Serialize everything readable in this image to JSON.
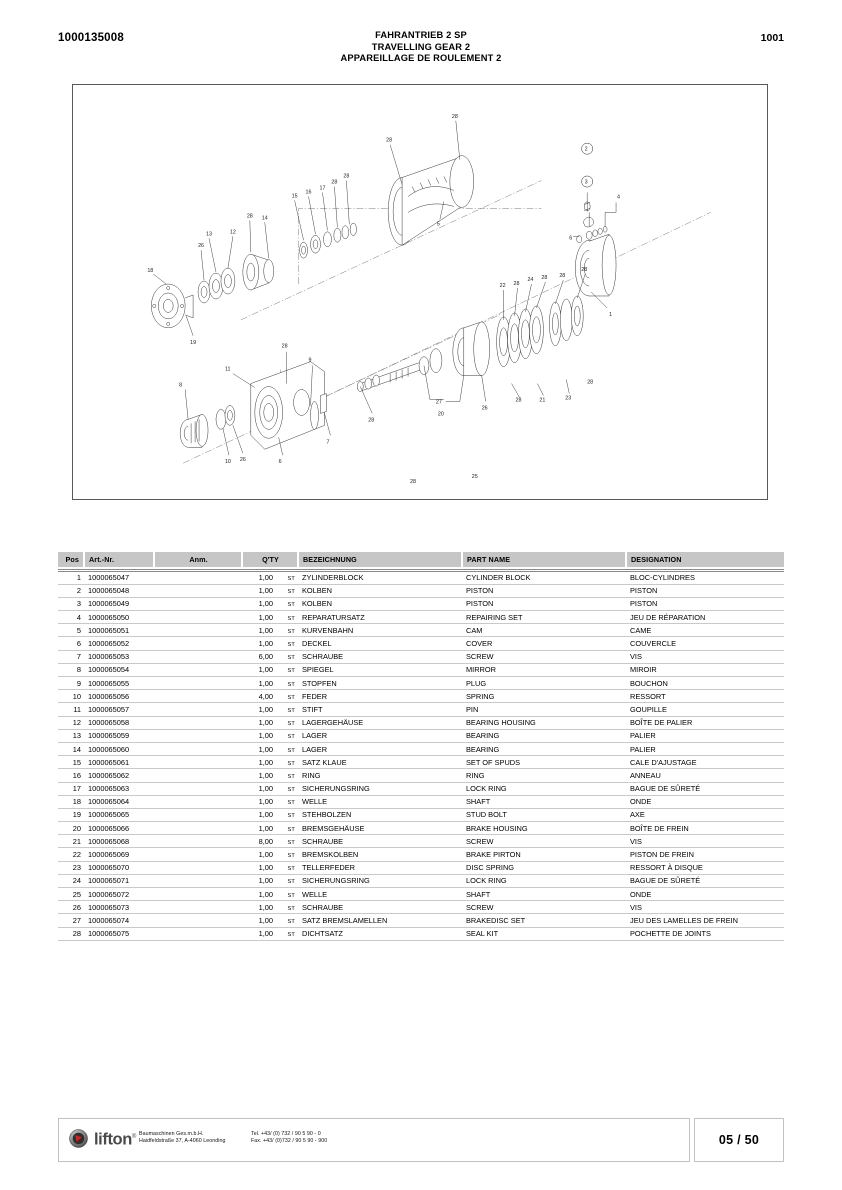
{
  "header": {
    "doc_number": "1000135008",
    "title_de": "FAHRANTRIEB 2 SP",
    "title_en": "TRAVELLING GEAR 2",
    "title_fr": "APPAREILLAGE DE ROULEMENT 2",
    "page_ref": "1001"
  },
  "table": {
    "columns": {
      "pos": "Pos",
      "art_nr": "Art.-Nr.",
      "anm": "Anm.",
      "qty": "Q'TY",
      "bezeichnung": "BEZEICHNUNG",
      "part_name": "PART NAME",
      "designation": "DESIGNATION"
    },
    "rows": [
      {
        "pos": "1",
        "art_nr": "1000065047",
        "anm": "",
        "qty": "1,00",
        "unit": "ST",
        "bezeichnung": "ZYLINDERBLOCK",
        "part_name": "CYLINDER BLOCK",
        "designation": "BLOC-CYLINDRES"
      },
      {
        "pos": "2",
        "art_nr": "1000065048",
        "anm": "",
        "qty": "1,00",
        "unit": "ST",
        "bezeichnung": "KOLBEN",
        "part_name": "PISTON",
        "designation": "PISTON"
      },
      {
        "pos": "3",
        "art_nr": "1000065049",
        "anm": "",
        "qty": "1,00",
        "unit": "ST",
        "bezeichnung": "KOLBEN",
        "part_name": "PISTON",
        "designation": "PISTON"
      },
      {
        "pos": "4",
        "art_nr": "1000065050",
        "anm": "",
        "qty": "1,00",
        "unit": "ST",
        "bezeichnung": "REPARATURSATZ",
        "part_name": "REPAIRING SET",
        "designation": "JEU DE RÉPARATION"
      },
      {
        "pos": "5",
        "art_nr": "1000065051",
        "anm": "",
        "qty": "1,00",
        "unit": "ST",
        "bezeichnung": "KURVENBAHN",
        "part_name": "CAM",
        "designation": "CAME"
      },
      {
        "pos": "6",
        "art_nr": "1000065052",
        "anm": "",
        "qty": "1,00",
        "unit": "ST",
        "bezeichnung": "DECKEL",
        "part_name": "COVER",
        "designation": "COUVERCLE"
      },
      {
        "pos": "7",
        "art_nr": "1000065053",
        "anm": "",
        "qty": "6,00",
        "unit": "ST",
        "bezeichnung": "SCHRAUBE",
        "part_name": "SCREW",
        "designation": "VIS"
      },
      {
        "pos": "8",
        "art_nr": "1000065054",
        "anm": "",
        "qty": "1,00",
        "unit": "ST",
        "bezeichnung": "SPIEGEL",
        "part_name": "MIRROR",
        "designation": "MIROIR"
      },
      {
        "pos": "9",
        "art_nr": "1000065055",
        "anm": "",
        "qty": "1,00",
        "unit": "ST",
        "bezeichnung": "STOPFEN",
        "part_name": "PLUG",
        "designation": "BOUCHON"
      },
      {
        "pos": "10",
        "art_nr": "1000065056",
        "anm": "",
        "qty": "4,00",
        "unit": "ST",
        "bezeichnung": "FEDER",
        "part_name": "SPRING",
        "designation": "RESSORT"
      },
      {
        "pos": "11",
        "art_nr": "1000065057",
        "anm": "",
        "qty": "1,00",
        "unit": "ST",
        "bezeichnung": "STIFT",
        "part_name": "PIN",
        "designation": "GOUPILLE"
      },
      {
        "pos": "12",
        "art_nr": "1000065058",
        "anm": "",
        "qty": "1,00",
        "unit": "ST",
        "bezeichnung": "LAGERGEHÄUSE",
        "part_name": "BEARING HOUSING",
        "designation": "BOÎTE DE PALIER"
      },
      {
        "pos": "13",
        "art_nr": "1000065059",
        "anm": "",
        "qty": "1,00",
        "unit": "ST",
        "bezeichnung": "LAGER",
        "part_name": "BEARING",
        "designation": "PALIER"
      },
      {
        "pos": "14",
        "art_nr": "1000065060",
        "anm": "",
        "qty": "1,00",
        "unit": "ST",
        "bezeichnung": "LAGER",
        "part_name": "BEARING",
        "designation": "PALIER"
      },
      {
        "pos": "15",
        "art_nr": "1000065061",
        "anm": "",
        "qty": "1,00",
        "unit": "ST",
        "bezeichnung": "SATZ KLAUE",
        "part_name": "SET OF SPUDS",
        "designation": "CALE D'AJUSTAGE"
      },
      {
        "pos": "16",
        "art_nr": "1000065062",
        "anm": "",
        "qty": "1,00",
        "unit": "ST",
        "bezeichnung": "RING",
        "part_name": "RING",
        "designation": "ANNEAU"
      },
      {
        "pos": "17",
        "art_nr": "1000065063",
        "anm": "",
        "qty": "1,00",
        "unit": "ST",
        "bezeichnung": "SICHERUNGSRING",
        "part_name": "LOCK RING",
        "designation": "BAGUE DE SÛRETÉ"
      },
      {
        "pos": "18",
        "art_nr": "1000065064",
        "anm": "",
        "qty": "1,00",
        "unit": "ST",
        "bezeichnung": "WELLE",
        "part_name": "SHAFT",
        "designation": "ONDE"
      },
      {
        "pos": "19",
        "art_nr": "1000065065",
        "anm": "",
        "qty": "1,00",
        "unit": "ST",
        "bezeichnung": "STEHBOLZEN",
        "part_name": "STUD BOLT",
        "designation": "AXE"
      },
      {
        "pos": "20",
        "art_nr": "1000065066",
        "anm": "",
        "qty": "1,00",
        "unit": "ST",
        "bezeichnung": "BREMSGEHÄUSE",
        "part_name": "BRAKE HOUSING",
        "designation": "BOÎTE DE FREIN"
      },
      {
        "pos": "21",
        "art_nr": "1000065068",
        "anm": "",
        "qty": "8,00",
        "unit": "ST",
        "bezeichnung": "SCHRAUBE",
        "part_name": "SCREW",
        "designation": "VIS"
      },
      {
        "pos": "22",
        "art_nr": "1000065069",
        "anm": "",
        "qty": "1,00",
        "unit": "ST",
        "bezeichnung": "BREMSKOLBEN",
        "part_name": "BRAKE PIRTON",
        "designation": "PISTON DE FREIN"
      },
      {
        "pos": "23",
        "art_nr": "1000065070",
        "anm": "",
        "qty": "1,00",
        "unit": "ST",
        "bezeichnung": "TELLERFEDER",
        "part_name": "DISC SPRING",
        "designation": "RESSORT À DISQUE"
      },
      {
        "pos": "24",
        "art_nr": "1000065071",
        "anm": "",
        "qty": "1,00",
        "unit": "ST",
        "bezeichnung": "SICHERUNGSRING",
        "part_name": "LOCK RING",
        "designation": "BAGUE DE SÛRETÉ"
      },
      {
        "pos": "25",
        "art_nr": "1000065072",
        "anm": "",
        "qty": "1,00",
        "unit": "ST",
        "bezeichnung": "WELLE",
        "part_name": "SHAFT",
        "designation": "ONDE"
      },
      {
        "pos": "26",
        "art_nr": "1000065073",
        "anm": "",
        "qty": "1,00",
        "unit": "ST",
        "bezeichnung": "SCHRAUBE",
        "part_name": "SCREW",
        "designation": "VIS"
      },
      {
        "pos": "27",
        "art_nr": "1000065074",
        "anm": "",
        "qty": "1,00",
        "unit": "ST",
        "bezeichnung": "SATZ BREMSLAMELLEN",
        "part_name": "BRAKEDISC SET",
        "designation": "JEU DES LAMELLES DE FREIN"
      },
      {
        "pos": "28",
        "art_nr": "1000065075",
        "anm": "",
        "qty": "1,00",
        "unit": "ST",
        "bezeichnung": "DICHTSATZ",
        "part_name": "SEAL KIT",
        "designation": "POCHETTE DE JOINTS"
      }
    ]
  },
  "diagram": {
    "callouts": [
      "1",
      "2",
      "3",
      "4",
      "5",
      "6",
      "7",
      "8",
      "9",
      "10",
      "11",
      "12",
      "13",
      "14",
      "15",
      "16",
      "17",
      "18",
      "19",
      "20",
      "21",
      "22",
      "23",
      "24",
      "25",
      "26",
      "27",
      "28"
    ]
  },
  "footer": {
    "logo_word": "lifton",
    "company_line1": "Baumaschinen Ges.m.b.H.",
    "company_line2": "Haidfeldstraße 37, A-4060 Leonding",
    "tel": "Tel. +43/ (0) 732 / 90 5 90 - 0",
    "fax": "Fax. +43/ (0)732 / 90 5 90 - 900",
    "page_number": "05 / 50"
  }
}
